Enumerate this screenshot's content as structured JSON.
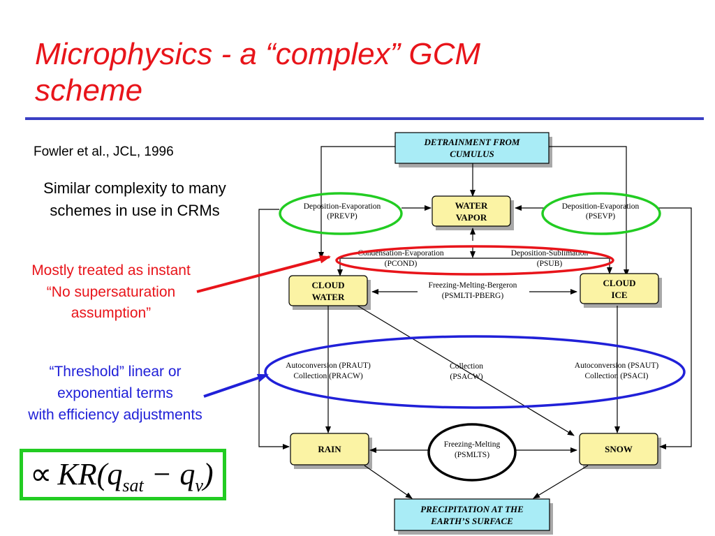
{
  "slide": {
    "title_line1": "Microphysics - a “complex” GCM",
    "title_line2": "scheme",
    "citation": "Fowler et al., JCL, 1996",
    "similar_line1": "Similar complexity to many",
    "similar_line2": "schemes in use in CRMs",
    "red_note_line1": "Mostly treated as instant",
    "red_note_line2": "“No supersaturation",
    "red_note_line3": "assumption”",
    "blue_note_line1": "“Threshold” linear or",
    "blue_note_line2": "exponential terms",
    "blue_note_line3": "with efficiency adjustments",
    "equation": {
      "symbol": "∝",
      "main": "KR(q",
      "sub1": "sat",
      "minus": " − q",
      "sub2": "v",
      "close": ")"
    }
  },
  "diagram": {
    "boxes": {
      "detrain_l1": "DETRAINMENT FROM",
      "detrain_l2": "CUMULUS",
      "vapor_l1": "WATER",
      "vapor_l2": "VAPOR",
      "cloudwater_l1": "CLOUD",
      "cloudwater_l2": "WATER",
      "cloudice_l1": "CLOUD",
      "cloudice_l2": "ICE",
      "rain": "RAIN",
      "snow": "SNOW",
      "precip_l1": "PRECIPITATION AT THE",
      "precip_l2": "EARTH’S SURFACE"
    },
    "labels": {
      "depevap_l_1": "Deposition-Evaporation",
      "depevap_l_2": "(PREVP)",
      "depevap_r_1": "Deposition-Evaporation",
      "depevap_r_2": "(PSEVP)",
      "cond_1": "Condensation-Evaporation",
      "cond_2": "(PCOND)",
      "depsub_1": "Deposition-Sublimation",
      "depsub_2": "(PSUB)",
      "fmb_1": "Freezing-Melting-Bergeron",
      "fmb_2": "(PSMLTI-PBERG)",
      "aut_l_1": "Autoconversion (PRAUT)",
      "aut_l_2": "Collection (PRACW)",
      "coll_1": "Collection",
      "coll_2": "(PSACW)",
      "aut_r_1": "Autoconversion (PSAUT)",
      "aut_r_2": "Collection (PSACI)",
      "fm_1": "Freezing-Melting",
      "fm_2": "(PSMLTS)"
    },
    "colors": {
      "cyan_box": "#a9ecf6",
      "yellow_box": "#fbf3a4",
      "green_ring": "#22cc22",
      "red_ring": "#e8141a",
      "blue_ring": "#2020d8",
      "black_ring": "#000000"
    }
  }
}
